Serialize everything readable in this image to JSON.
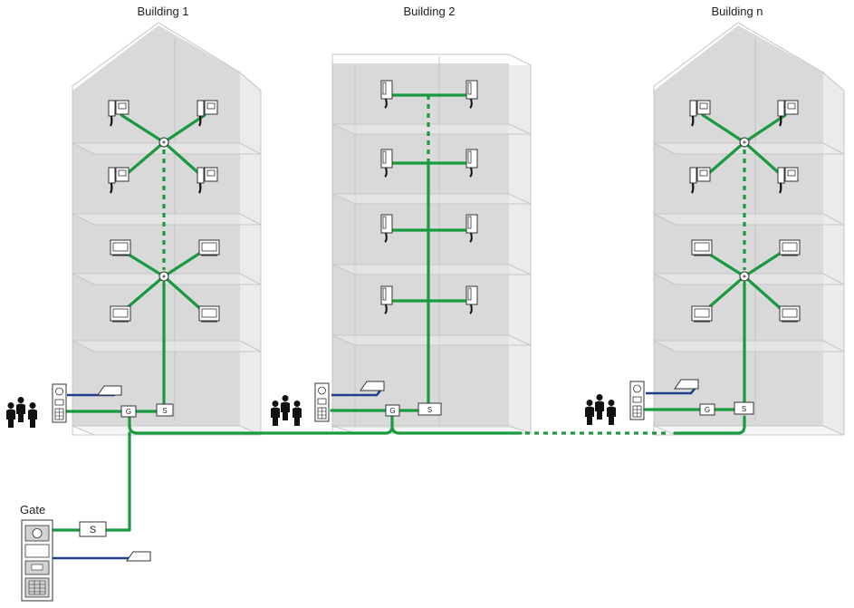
{
  "buildings": [
    {
      "label": "Building 1"
    },
    {
      "label": "Building 2"
    },
    {
      "label": "Building n"
    }
  ],
  "gate": {
    "label": "Gate",
    "supply_letter": "S"
  },
  "boxes": {
    "gateway_letter": "G",
    "supply_letter": "S"
  },
  "colors": {
    "bus": "#1a9a40",
    "data_line": "#1f3f8c",
    "building_facade": "#d9d9d9"
  },
  "icons": [
    "handset-monitor-icon",
    "video-monitor-icon",
    "door-entry-panel-icon",
    "people-icon",
    "keycard-reader-icon",
    "distributor-icon",
    "power-supply-icon",
    "gateway-icon"
  ]
}
